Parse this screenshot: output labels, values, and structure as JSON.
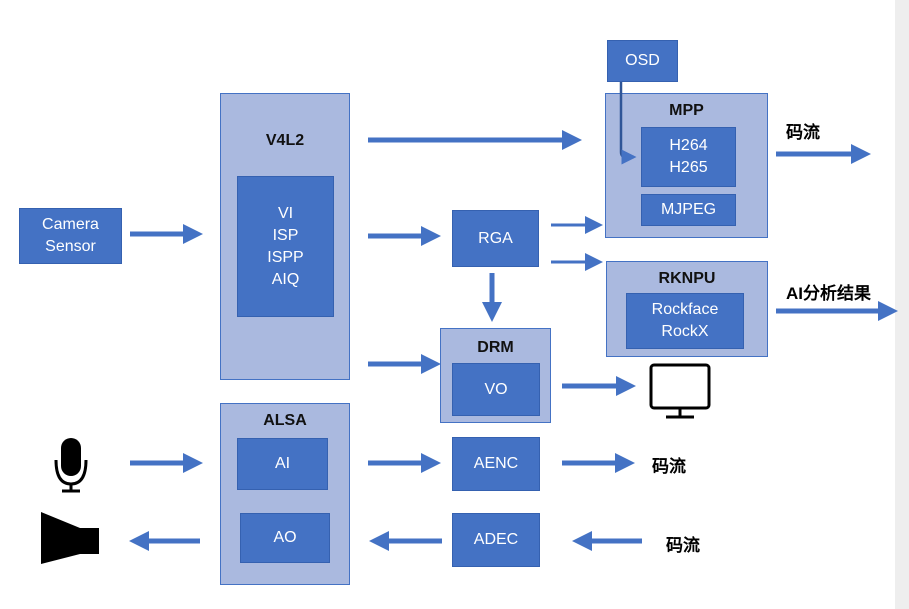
{
  "camera_sensor": [
    "Camera",
    "Sensor"
  ],
  "v4l2": {
    "title": "V4L2",
    "inner": [
      "VI",
      "ISP",
      "ISPP",
      "AIQ"
    ]
  },
  "alsa": {
    "title": "ALSA",
    "ai": "AI",
    "ao": "AO"
  },
  "rga": "RGA",
  "drm": {
    "title": "DRM",
    "vo": "VO"
  },
  "osd": "OSD",
  "mpp": {
    "title": "MPP",
    "codecs": [
      "H264",
      "H265"
    ],
    "mjpeg": "MJPEG"
  },
  "rknpu": {
    "title": "RKNPU",
    "inner": [
      "Rockface",
      "RockX"
    ]
  },
  "aenc": "AENC",
  "adec": "ADEC",
  "outputs": {
    "mpp_stream": "码流",
    "ai_result": "AI分析结果",
    "aenc_stream": "码流",
    "adec_stream": "码流"
  },
  "icons": [
    "microphone-icon",
    "speaker-icon",
    "monitor-icon"
  ],
  "colors": {
    "box_light": "#aab9df",
    "box_dark": "#4472c4",
    "arrow": "#4472c4"
  }
}
